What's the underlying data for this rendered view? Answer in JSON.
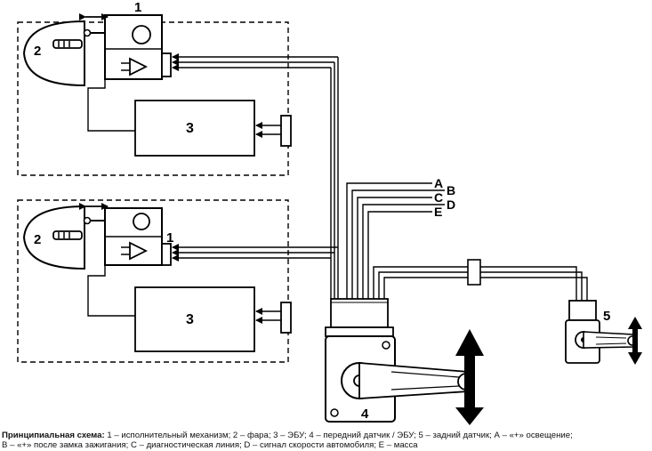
{
  "labels": {
    "actuator": "1",
    "headlamp": "2",
    "ecu": "3",
    "front_sensor": "4",
    "rear_sensor": "5"
  },
  "terminals": [
    "A",
    "B",
    "C",
    "D",
    "E"
  ],
  "caption": {
    "title": "Принципиальная схема:",
    "line1": "1 – исполнительный механизм; 2 – фара; 3 – ЭБУ; 4 – передний датчик / ЭБУ; 5 – задний датчик; А – «+» освещение;",
    "line2": "В – «+» после замка зажигания; С – диагностическая линия; D – сигнал скорости автомобиля; Е – масса"
  }
}
